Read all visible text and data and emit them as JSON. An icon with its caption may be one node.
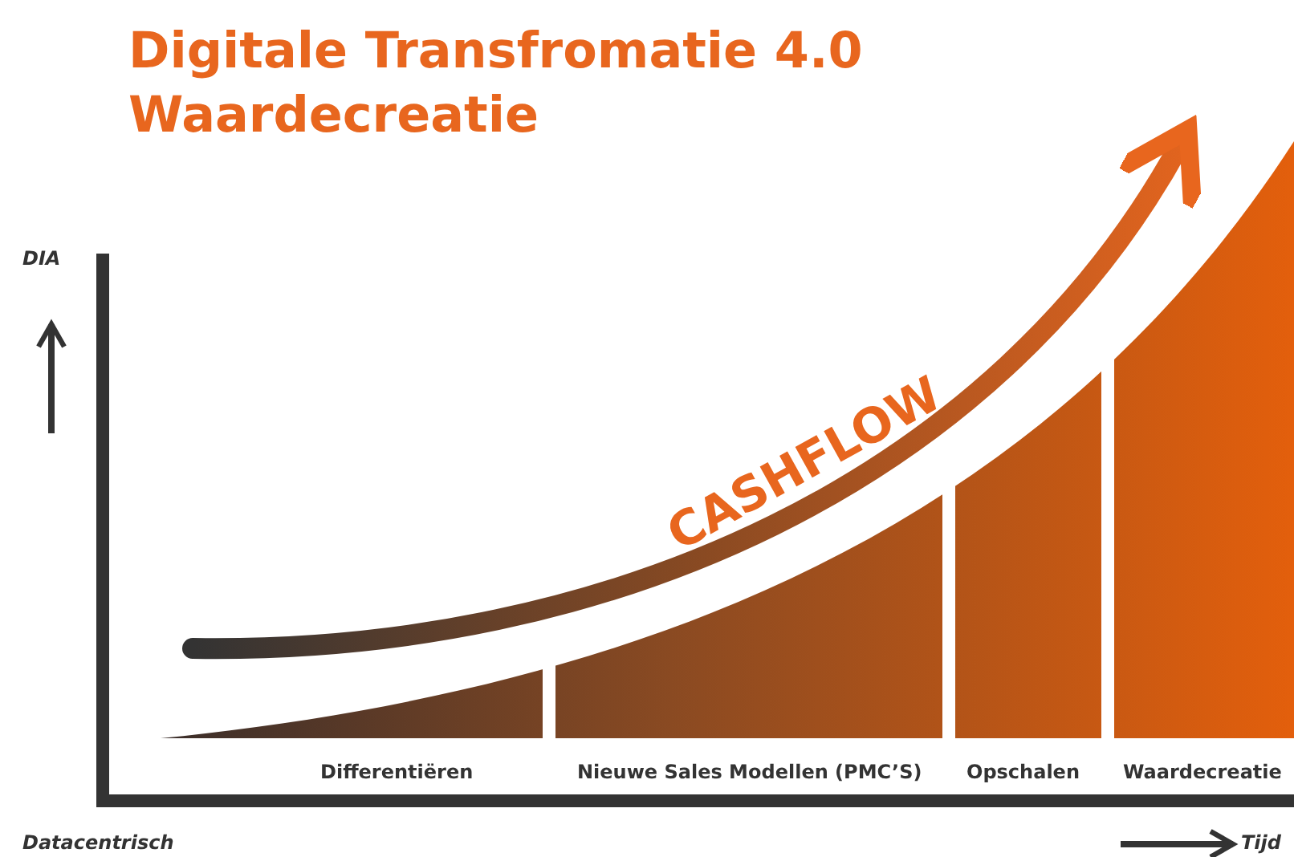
{
  "diagram": {
    "title": "Digitale Transfromatie 4.0 Waardecreatie",
    "labels": [
      "DIA",
      "CASHFLOW",
      "Differentiëren",
      "Nieuwe Sales Modellen (PMC’S)",
      "Opschalen",
      "Waardecreatie",
      "Datacentrisch",
      "Tijd"
    ]
  }
}
